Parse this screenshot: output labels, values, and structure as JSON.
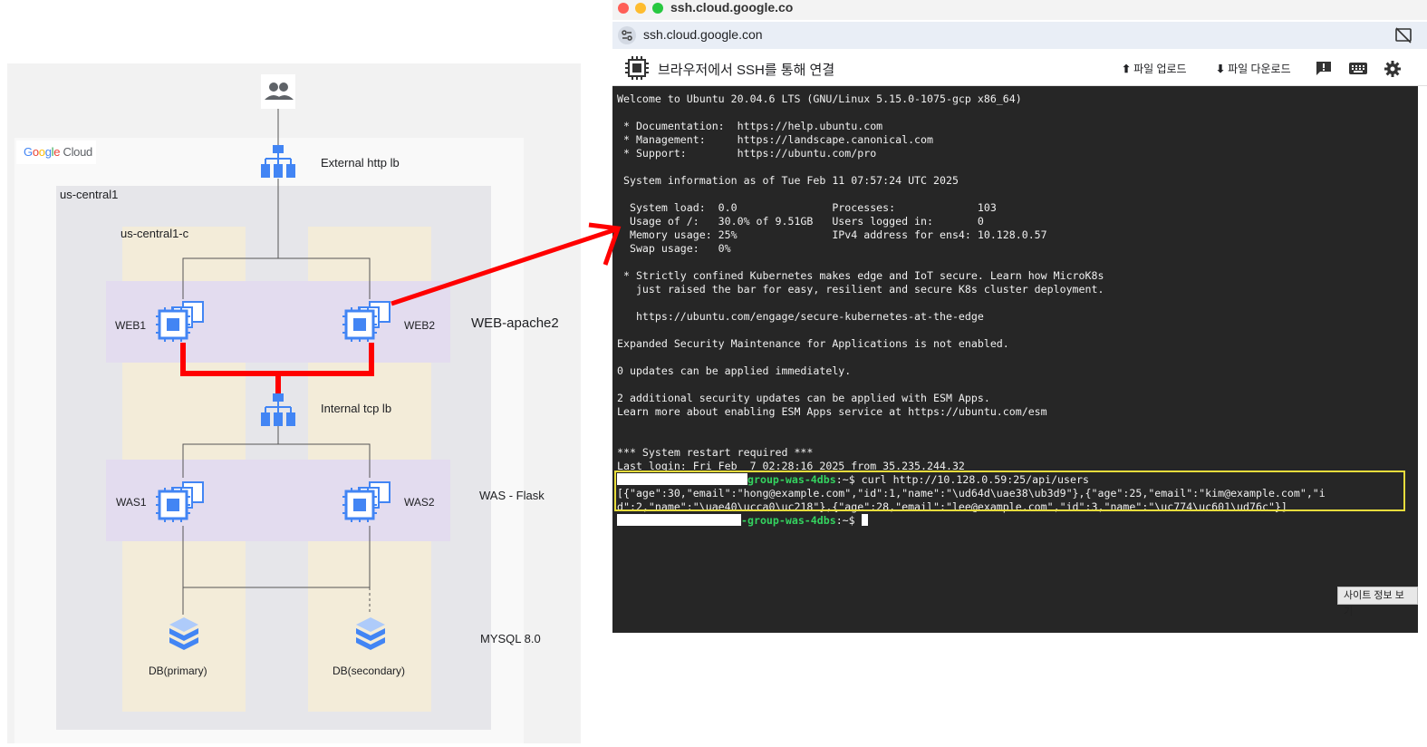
{
  "diagram": {
    "logo_text": "Google Cloud",
    "region_label": "us-central1",
    "zone_label": "us-central1-c",
    "external_lb_label": "External http lb",
    "web1_label": "WEB1",
    "web2_label": "WEB2",
    "web_tier_label": "WEB-apache2",
    "internal_lb_label": "Internal tcp lb",
    "was1_label": "WAS1",
    "was2_label": "WAS2",
    "was_tier_label": "WAS - Flask",
    "db_tier_label": "MYSQL 8.0",
    "db_primary_label": "DB(primary)",
    "db_secondary_label": "DB(secondary)",
    "icons": [
      "users-icon",
      "load-balancer-icon",
      "compute-engine-icon",
      "database-icon"
    ],
    "colors": {
      "highlight_line": "#ff0000",
      "compute_icon": "#4285f4"
    }
  },
  "browser": {
    "window_title": "ssh.cloud.google.co",
    "url": "ssh.cloud.google.con",
    "toolbar": {
      "title": "브라우저에서 SSH를 통해 연결",
      "upload_label": "파일 업로드",
      "download_label": "파일 다운로드"
    },
    "terminal": {
      "welcome": "Welcome to Ubuntu 20.04.6 LTS (GNU/Linux 5.15.0-1075-gcp x86_64)",
      "doc_line": " * Documentation:  https://help.ubuntu.com",
      "mgmt_line": " * Management:     https://landscape.canonical.com",
      "support_line": " * Support:        https://ubuntu.com/pro",
      "sysinfo_line": " System information as of Tue Feb 11 07:57:24 UTC 2025",
      "load_line": "  System load:  0.0               Processes:             103",
      "usage_line": "  Usage of /:   30.0% of 9.51GB   Users logged in:       0",
      "memory_line": "  Memory usage: 25%               IPv4 address for ens4: 10.128.0.57",
      "swap_line": "  Swap usage:   0%",
      "k8s_line1": " * Strictly confined Kubernetes makes edge and IoT secure. Learn how MicroK8s",
      "k8s_line2": "   just raised the bar for easy, resilient and secure K8s cluster deployment.",
      "k8s_url": "   https://ubuntu.com/engage/secure-kubernetes-at-the-edge",
      "esm_line": "Expanded Security Maintenance for Applications is not enabled.",
      "updates_line": "0 updates can be applied immediately.",
      "security_line1": "2 additional security updates can be applied with ESM Apps.",
      "security_line2": "Learn more about enabling ESM Apps service at https://ubuntu.com/esm",
      "restart_line": "*** System restart required ***",
      "last_login": "Last login: Fri Feb  7 02:28:16 2025 from 35.235.244.32",
      "prompt_host_suffix": "group-was-4dbs",
      "prompt_end": ":~$",
      "command": " curl http://10.128.0.59:25/api/users",
      "output_line1": "[{\"age\":30,\"email\":\"hong@example.com\",\"id\":1,\"name\":\"\\ud64d\\uae38\\ub3d9\"},{\"age\":25,\"email\":\"kim@example.com\",\"i",
      "output_line2": "d\":2,\"name\":\"\\uae40\\ucca0\\uc218\"},{\"age\":28,\"email\":\"lee@example.com\",\"id\":3,\"name\":\"\\uc774\\uc601\\ud76c\"}]",
      "prompt2_host_suffix": "-group-was-4dbs",
      "prompt2_end": ":~$"
    },
    "site_info_button": "사이트 정보 보기",
    "colors": {
      "terminal_bg": "#262626",
      "prompt_green": "#34d35f",
      "highlight_box": "#e6dc3c"
    }
  }
}
